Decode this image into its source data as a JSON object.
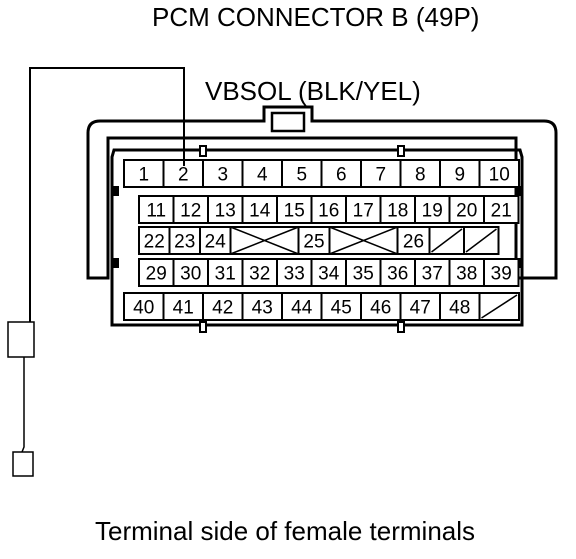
{
  "title": "PCM CONNECTOR B (49P)",
  "wire_label": "VBSOL (BLK/YEL)",
  "caption": "Terminal side of female terminals",
  "connector": {
    "rows": [
      [
        "1",
        "2",
        "3",
        "4",
        "5",
        "6",
        "7",
        "8",
        "9",
        "10"
      ],
      [
        "11",
        "12",
        "13",
        "14",
        "15",
        "16",
        "17",
        "18",
        "19",
        "20",
        "21"
      ],
      [
        "22",
        "23",
        "24",
        "X",
        "25",
        "X",
        "26",
        "/",
        "/"
      ],
      [
        "29",
        "30",
        "31",
        "32",
        "33",
        "34",
        "35",
        "36",
        "37",
        "38",
        "39"
      ],
      [
        "40",
        "41",
        "42",
        "43",
        "44",
        "45",
        "46",
        "47",
        "48",
        "/"
      ]
    ],
    "probed_terminal": "2"
  },
  "colors": {
    "line": "#000000",
    "background": "#ffffff"
  }
}
